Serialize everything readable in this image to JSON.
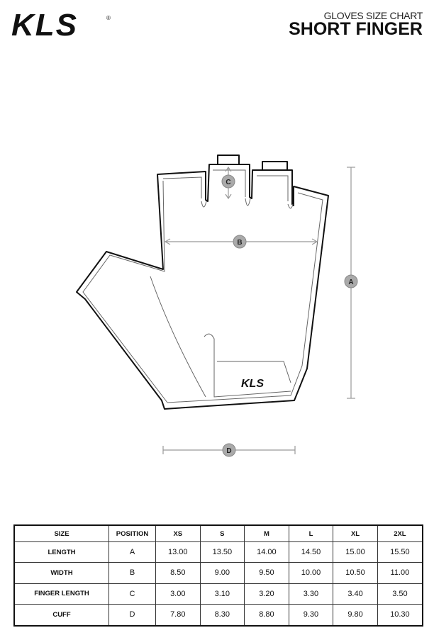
{
  "header": {
    "brand": "KLS",
    "subtitle": "GLOVES SIZE CHART",
    "title": "SHORT FINGER"
  },
  "diagram": {
    "markers": {
      "a": "A",
      "b": "B",
      "c": "C",
      "d": "D"
    },
    "palm_logo": "KLS"
  },
  "table": {
    "headers": [
      "SIZE",
      "POSITION",
      "XS",
      "S",
      "M",
      "L",
      "XL",
      "2XL"
    ],
    "rows": [
      {
        "label": "LENGTH",
        "position": "A",
        "values": [
          "13.00",
          "13.50",
          "14.00",
          "14.50",
          "15.00",
          "15.50"
        ]
      },
      {
        "label": "WIDTH",
        "position": "B",
        "values": [
          "8.50",
          "9.00",
          "9.50",
          "10.00",
          "10.50",
          "11.00"
        ]
      },
      {
        "label": "FINGER LENGTH",
        "position": "C",
        "values": [
          "3.00",
          "3.10",
          "3.20",
          "3.30",
          "3.40",
          "3.50"
        ]
      },
      {
        "label": "CUFF",
        "position": "D",
        "values": [
          "7.80",
          "8.30",
          "8.80",
          "9.30",
          "9.80",
          "10.30"
        ]
      }
    ]
  }
}
